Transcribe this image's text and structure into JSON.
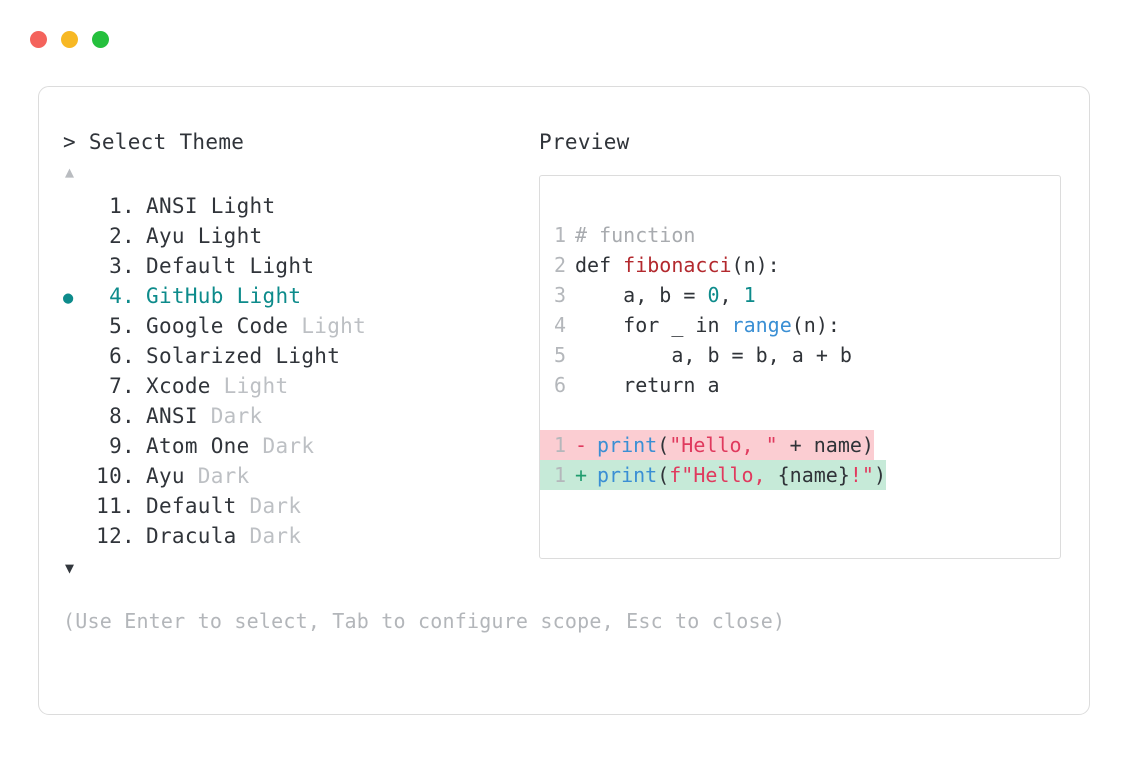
{
  "window": {
    "traffic_lights": [
      {
        "name": "close",
        "color": "#f4635c"
      },
      {
        "name": "minimize",
        "color": "#f7b824"
      },
      {
        "name": "maximize",
        "color": "#25c03d"
      }
    ]
  },
  "selector": {
    "prompt": "> Select Theme",
    "scroll_up": "▲",
    "scroll_down": "▼",
    "selected_bullet": "●",
    "selected_index": 4,
    "accent_color": "#0d8b8b",
    "items": [
      {
        "num": "1.",
        "name": "ANSI",
        "variant": "Light",
        "variant_dim": false,
        "selected": false
      },
      {
        "num": "2.",
        "name": "Ayu",
        "variant": "Light",
        "variant_dim": false,
        "selected": false
      },
      {
        "num": "3.",
        "name": "Default",
        "variant": "Light",
        "variant_dim": false,
        "selected": false
      },
      {
        "num": "4.",
        "name": "GitHub",
        "variant": "Light",
        "variant_dim": false,
        "selected": true
      },
      {
        "num": "5.",
        "name": "Google Code",
        "variant": "Light",
        "variant_dim": true,
        "selected": false
      },
      {
        "num": "6.",
        "name": "Solarized",
        "variant": "Light",
        "variant_dim": false,
        "selected": false
      },
      {
        "num": "7.",
        "name": "Xcode",
        "variant": "Light",
        "variant_dim": true,
        "selected": false
      },
      {
        "num": "8.",
        "name": "ANSI",
        "variant": "Dark",
        "variant_dim": true,
        "selected": false
      },
      {
        "num": "9.",
        "name": "Atom One",
        "variant": "Dark",
        "variant_dim": true,
        "selected": false
      },
      {
        "num": "10.",
        "name": "Ayu",
        "variant": "Dark",
        "variant_dim": true,
        "selected": false
      },
      {
        "num": "11.",
        "name": "Default",
        "variant": "Dark",
        "variant_dim": true,
        "selected": false
      },
      {
        "num": "12.",
        "name": "Dracula",
        "variant": "Dark",
        "variant_dim": true,
        "selected": false
      }
    ],
    "hint": "(Use Enter to select, Tab to configure scope, Esc to close)"
  },
  "preview": {
    "label": "Preview",
    "code_lines": [
      {
        "num": "1",
        "tokens": [
          {
            "text": "# function",
            "cls": "t-comment"
          }
        ]
      },
      {
        "num": "2",
        "tokens": [
          {
            "text": "def ",
            "cls": "t-kw"
          },
          {
            "text": "fibonacci",
            "cls": "t-fn"
          },
          {
            "text": "(n):",
            "cls": "t-punct"
          }
        ]
      },
      {
        "num": "3",
        "tokens": [
          {
            "text": "    a, b = ",
            "cls": "t-plain"
          },
          {
            "text": "0",
            "cls": "t-num"
          },
          {
            "text": ", ",
            "cls": "t-plain"
          },
          {
            "text": "1",
            "cls": "t-num"
          }
        ]
      },
      {
        "num": "4",
        "tokens": [
          {
            "text": "    for _ in ",
            "cls": "t-plain"
          },
          {
            "text": "range",
            "cls": "t-builtin"
          },
          {
            "text": "(n):",
            "cls": "t-punct"
          }
        ]
      },
      {
        "num": "5",
        "tokens": [
          {
            "text": "        a, b = b, a + b",
            "cls": "t-plain"
          }
        ]
      },
      {
        "num": "6",
        "tokens": [
          {
            "text": "    return a",
            "cls": "t-plain"
          }
        ]
      }
    ],
    "diff_lines": [
      {
        "num": "1",
        "sign": "-",
        "kind": "del",
        "tokens": [
          {
            "text": "print",
            "cls": "t-builtin"
          },
          {
            "text": "(",
            "cls": "t-punct"
          },
          {
            "text": "\"Hello, \"",
            "cls": "t-str"
          },
          {
            "text": " + name)",
            "cls": "t-plain"
          }
        ]
      },
      {
        "num": "1",
        "sign": "+",
        "kind": "add",
        "tokens": [
          {
            "text": "print",
            "cls": "t-builtin"
          },
          {
            "text": "(",
            "cls": "t-punct"
          },
          {
            "text": "f\"Hello, ",
            "cls": "t-str"
          },
          {
            "text": "{name}",
            "cls": "t-plain"
          },
          {
            "text": "!\"",
            "cls": "t-str"
          },
          {
            "text": ")",
            "cls": "t-punct"
          }
        ]
      }
    ]
  }
}
